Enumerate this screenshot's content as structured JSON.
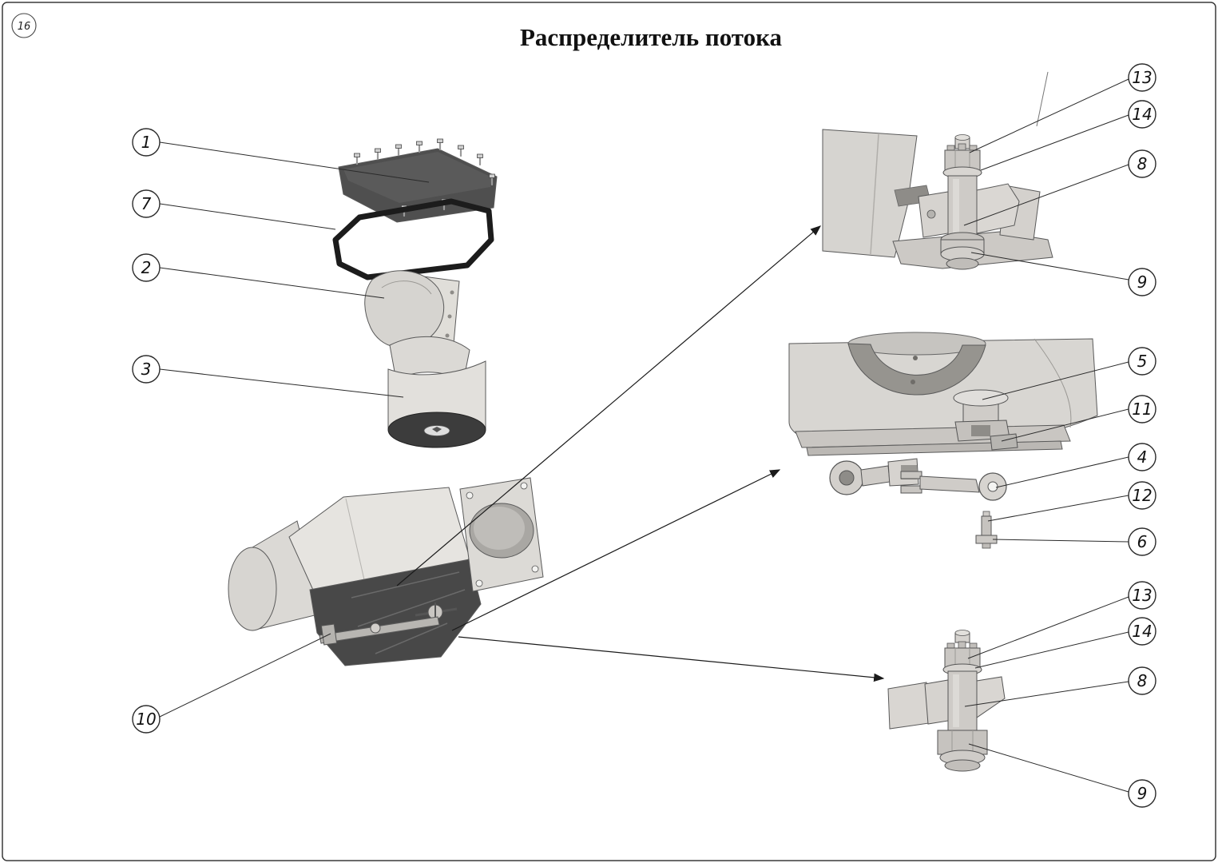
{
  "page": {
    "number": "16",
    "title": "Распределитель потока"
  },
  "colors": {
    "ink": "#1a1a1a",
    "metal_light": "#dcdad6",
    "metal_mid": "#c9c6c2",
    "plate_dark": "#4f4f4f",
    "gasket_black": "#1c1c1c"
  },
  "callouts": {
    "left": [
      {
        "label": "1"
      },
      {
        "label": "7"
      },
      {
        "label": "2"
      },
      {
        "label": "3"
      },
      {
        "label": "10"
      }
    ],
    "detail_top": [
      {
        "label": "13"
      },
      {
        "label": "14"
      },
      {
        "label": "8"
      },
      {
        "label": "9"
      }
    ],
    "detail_middle": [
      {
        "label": "5"
      },
      {
        "label": "11"
      },
      {
        "label": "4"
      },
      {
        "label": "12"
      },
      {
        "label": "6"
      }
    ],
    "detail_bottom": [
      {
        "label": "13"
      },
      {
        "label": "14"
      },
      {
        "label": "8"
      },
      {
        "label": "9"
      }
    ]
  }
}
